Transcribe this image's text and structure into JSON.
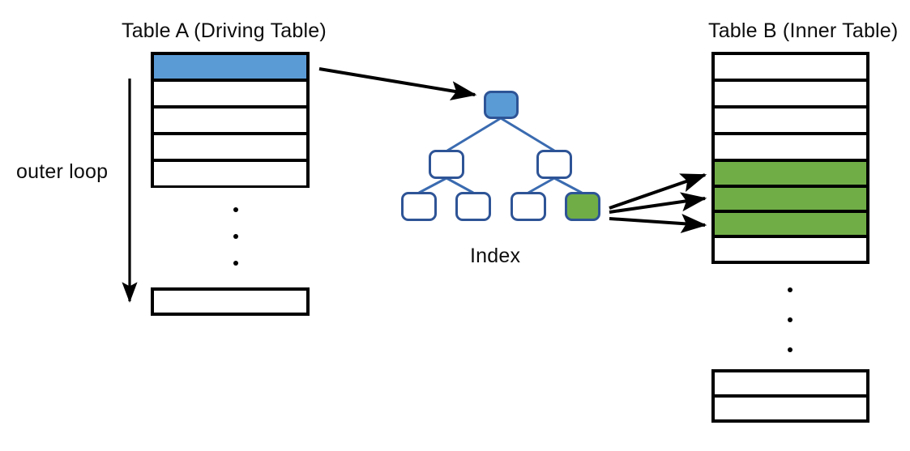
{
  "diagram": {
    "title_table_a": "Table A (Driving Table)",
    "title_table_b": "Table B (Inner Table)",
    "index_caption": "Index",
    "outer_loop_label": "outer loop",
    "colors": {
      "highlight_blue": "#5B9BD5",
      "highlight_green": "#70AD47",
      "node_stroke_blue": "#2E5496",
      "outline_black": "#000000",
      "background": "#FFFFFF"
    },
    "table_a": {
      "title": "Table A (Driving Table)",
      "top_block_rows": [
        {
          "fill": "#5B9BD5",
          "highlighted": true
        },
        {
          "fill": "#FFFFFF",
          "highlighted": false
        },
        {
          "fill": "#FFFFFF",
          "highlighted": false
        },
        {
          "fill": "#FFFFFF",
          "highlighted": false
        },
        {
          "fill": "#FFFFFF",
          "highlighted": false
        }
      ],
      "ellipsis_dots": 3,
      "bottom_block_rows": [
        {
          "fill": "#FFFFFF",
          "highlighted": false
        }
      ]
    },
    "table_b": {
      "title": "Table B (Inner Table)",
      "top_block_rows": [
        {
          "fill": "#FFFFFF",
          "highlighted": false
        },
        {
          "fill": "#FFFFFF",
          "highlighted": false
        },
        {
          "fill": "#FFFFFF",
          "highlighted": false
        },
        {
          "fill": "#FFFFFF",
          "highlighted": false
        },
        {
          "fill": "#70AD47",
          "highlighted": true
        },
        {
          "fill": "#70AD47",
          "highlighted": true
        },
        {
          "fill": "#70AD47",
          "highlighted": true
        },
        {
          "fill": "#FFFFFF",
          "highlighted": false
        }
      ],
      "ellipsis_dots": 3,
      "bottom_block_rows": [
        {
          "fill": "#FFFFFF",
          "highlighted": false
        },
        {
          "fill": "#FFFFFF",
          "highlighted": false
        }
      ]
    },
    "index_tree": {
      "caption": "Index",
      "levels": [
        {
          "level": 0,
          "nodes": [
            {
              "fill": "#5B9BD5",
              "highlighted": true
            }
          ]
        },
        {
          "level": 1,
          "nodes": [
            {
              "fill": "#FFFFFF",
              "highlighted": false
            },
            {
              "fill": "#FFFFFF",
              "highlighted": false
            }
          ]
        },
        {
          "level": 2,
          "nodes": [
            {
              "fill": "#FFFFFF",
              "highlighted": false
            },
            {
              "fill": "#FFFFFF",
              "highlighted": false
            },
            {
              "fill": "#FFFFFF",
              "highlighted": false
            },
            {
              "fill": "#70AD47",
              "highlighted": true
            }
          ]
        }
      ]
    },
    "arrows": {
      "table_a_to_index": 1,
      "index_leaf_to_table_b": 3,
      "outer_loop_arrow": 1
    }
  }
}
